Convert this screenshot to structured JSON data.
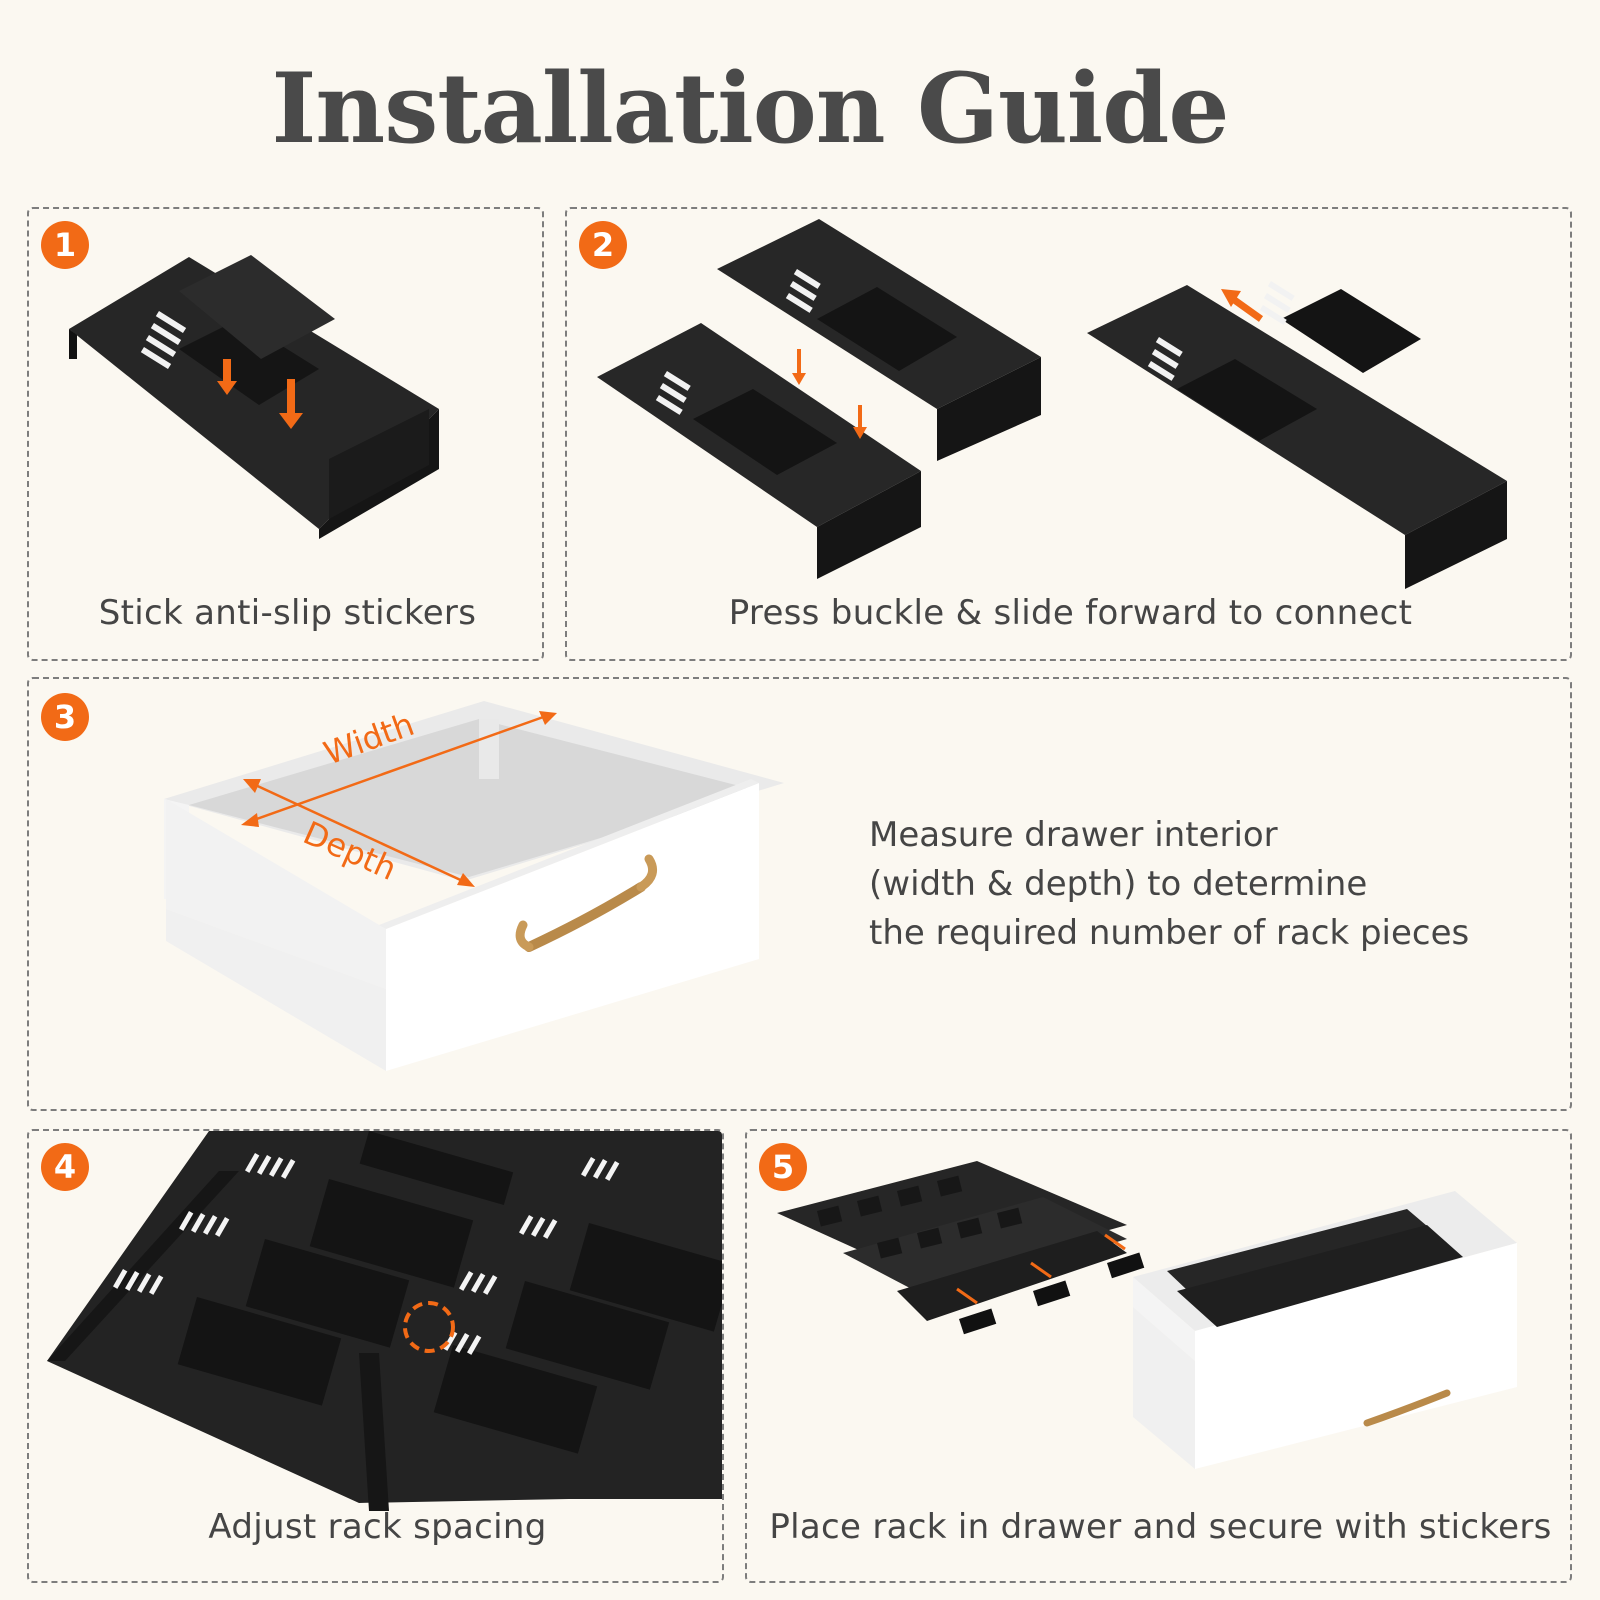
{
  "title": "Installation Guide",
  "accent_color": "#f26a16",
  "rack_color": "#1f1f1f",
  "steps": [
    {
      "number": "1",
      "caption": "Stick anti-slip stickers"
    },
    {
      "number": "2",
      "caption": "Press buckle & slide forward to connect"
    },
    {
      "number": "3",
      "caption_lines": [
        "Measure drawer interior",
        "(width & depth) to determine",
        "the required number of rack pieces"
      ],
      "labels": {
        "width": "Width",
        "depth": "Depth"
      }
    },
    {
      "number": "4",
      "caption": "Adjust rack spacing"
    },
    {
      "number": "5",
      "caption": "Place rack in drawer and secure with stickers"
    }
  ]
}
